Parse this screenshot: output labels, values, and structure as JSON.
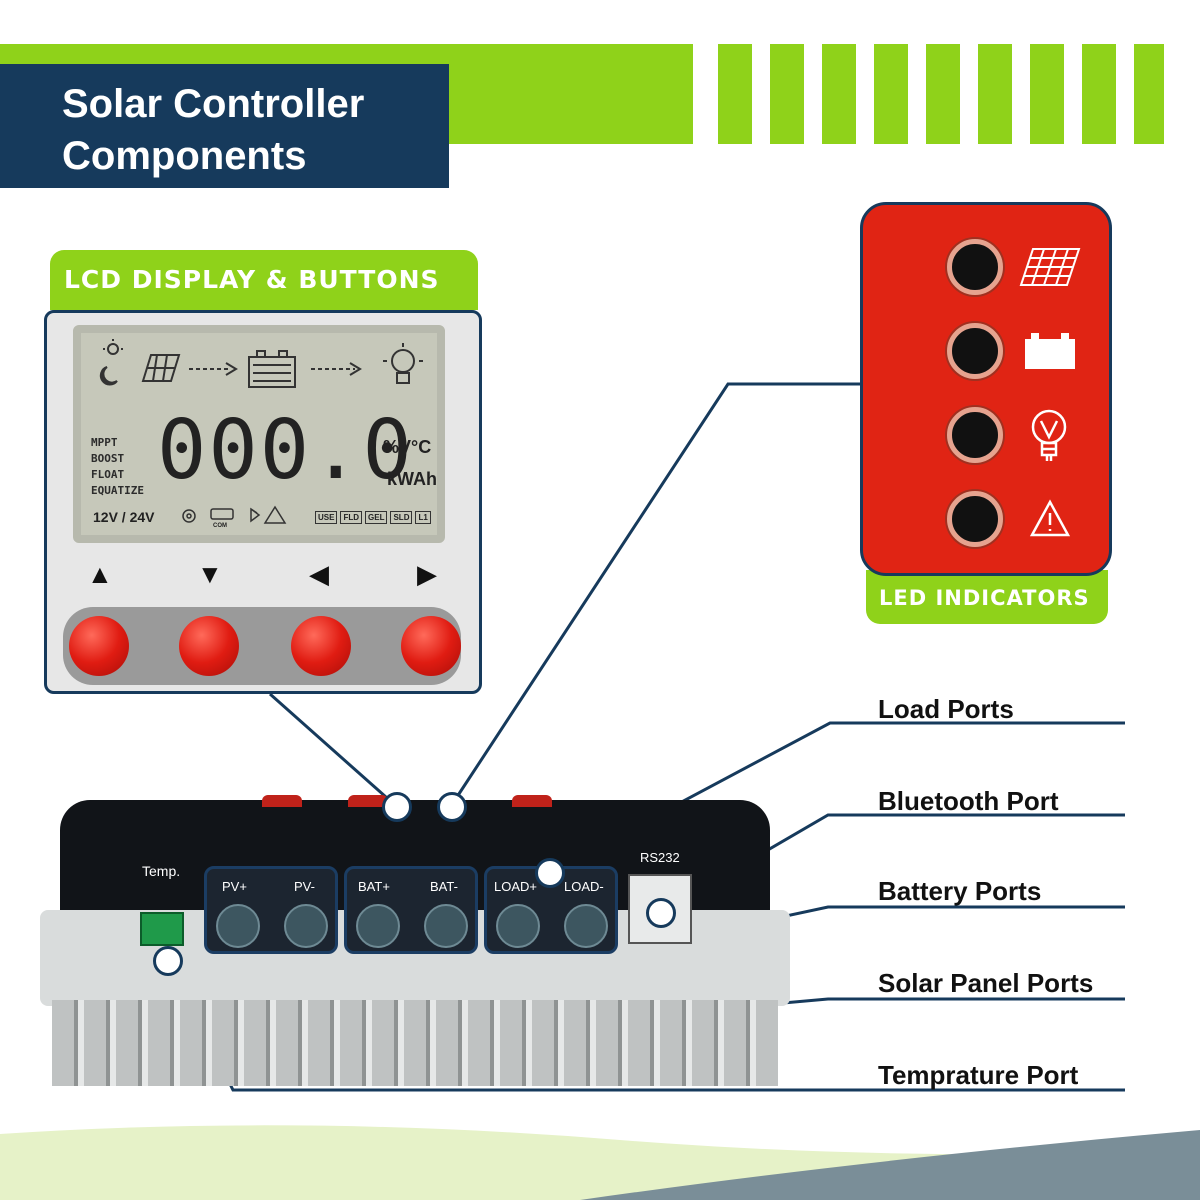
{
  "header": {
    "title_line1": "Solar Controller",
    "title_line2": "Components"
  },
  "sections": {
    "lcd": "LCD DISPLAY & BUTTONS",
    "led": "LED INDICATORS"
  },
  "lcd": {
    "modes": [
      "MPPT",
      "BOOST",
      "FLOAT",
      "EQUATIZE"
    ],
    "digits": "000.0",
    "units_top": "%V°C",
    "units_bottom": "kWAh",
    "voltage": "12V / 24V",
    "com": "COM",
    "status_boxes": [
      "USE",
      "FLD",
      "GEL",
      "SLD",
      "L1"
    ]
  },
  "buttons": [
    "▲",
    "▼",
    "◀",
    "▶"
  ],
  "device": {
    "temp_label": "Temp.",
    "rs232_label": "RS232",
    "groups": [
      {
        "labels": [
          "PV+",
          "PV-"
        ]
      },
      {
        "labels": [
          "BAT+",
          "BAT-"
        ]
      },
      {
        "labels": [
          "LOAD+",
          "LOAD-"
        ]
      }
    ]
  },
  "callouts": [
    "Load Ports",
    "Bluetooth Port",
    "Battery Ports",
    "Solar Panel Ports",
    "Temprature Port"
  ],
  "colors": {
    "navy": "#163a5c",
    "green": "#8fd21a",
    "red": "#e02414"
  }
}
